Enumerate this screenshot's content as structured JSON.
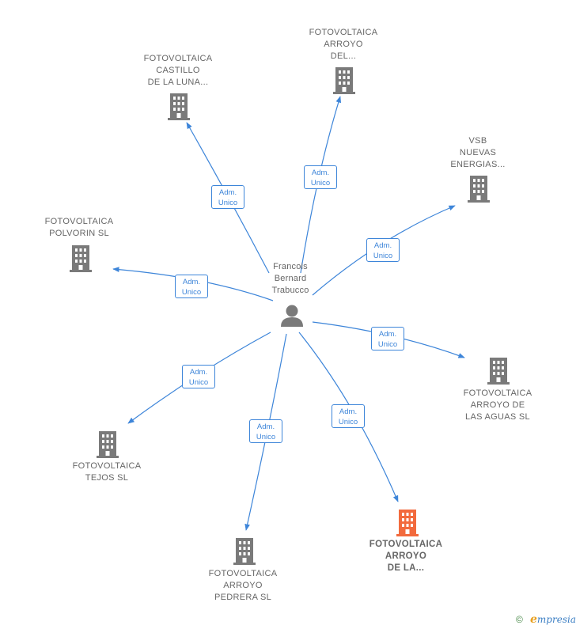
{
  "center": {
    "name_lines": [
      "Francois",
      "Bernard",
      "Trabucco"
    ],
    "icon": "person-icon"
  },
  "colors": {
    "edge": "#3d85d9",
    "company_icon": "#7a7a7a",
    "highlight_icon": "#f26a3d",
    "label_text": "#666666"
  },
  "relation_label": [
    "Adm.",
    "Unico"
  ],
  "nodes": [
    {
      "id": "castillo",
      "lines": [
        "FOTOVOLTAICA",
        "CASTILLO",
        "DE LA LUNA..."
      ],
      "icon": "building-icon",
      "highlight": false
    },
    {
      "id": "arroyo-del",
      "lines": [
        "FOTOVOLTAICA",
        "ARROYO",
        "DEL..."
      ],
      "icon": "building-icon",
      "highlight": false
    },
    {
      "id": "vsb",
      "lines": [
        "VSB",
        "NUEVAS",
        "ENERGIAS..."
      ],
      "icon": "building-icon",
      "highlight": false
    },
    {
      "id": "polvorin",
      "lines": [
        "FOTOVOLTAICA",
        "POLVORIN  SL"
      ],
      "icon": "building-icon",
      "highlight": false
    },
    {
      "id": "aguas",
      "lines": [
        "FOTOVOLTAICA",
        "ARROYO DE",
        "LAS AGUAS  SL"
      ],
      "icon": "building-icon",
      "highlight": false
    },
    {
      "id": "tejos",
      "lines": [
        "FOTOVOLTAICA",
        "TEJOS  SL"
      ],
      "icon": "building-icon",
      "highlight": false
    },
    {
      "id": "pedrera",
      "lines": [
        "FOTOVOLTAICA",
        "ARROYO",
        "PEDRERA  SL"
      ],
      "icon": "building-icon",
      "highlight": false
    },
    {
      "id": "arroyo-de-la",
      "lines": [
        "FOTOVOLTAICA",
        "ARROYO",
        "DE LA..."
      ],
      "icon": "building-icon",
      "highlight": true
    }
  ],
  "footer": {
    "copyright": "©",
    "brand_initial": "e",
    "brand_rest": "mpresia"
  }
}
